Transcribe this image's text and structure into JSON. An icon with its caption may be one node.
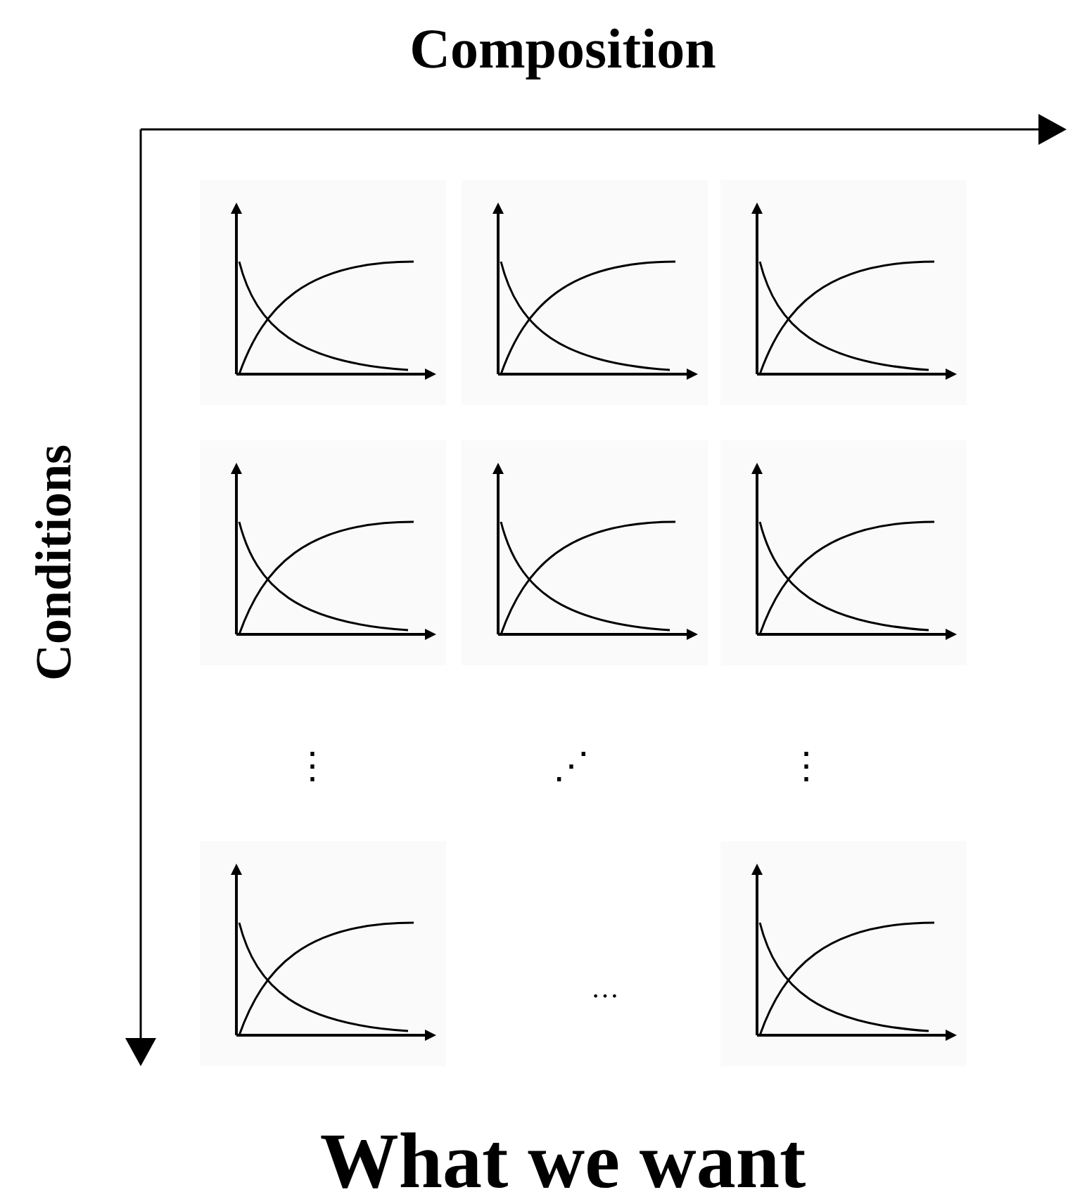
{
  "diagram": {
    "caption": "What we want",
    "labels": [
      "Composition",
      "Conditions",
      "⋮",
      "⋰",
      "⋮",
      "…"
    ]
  }
}
